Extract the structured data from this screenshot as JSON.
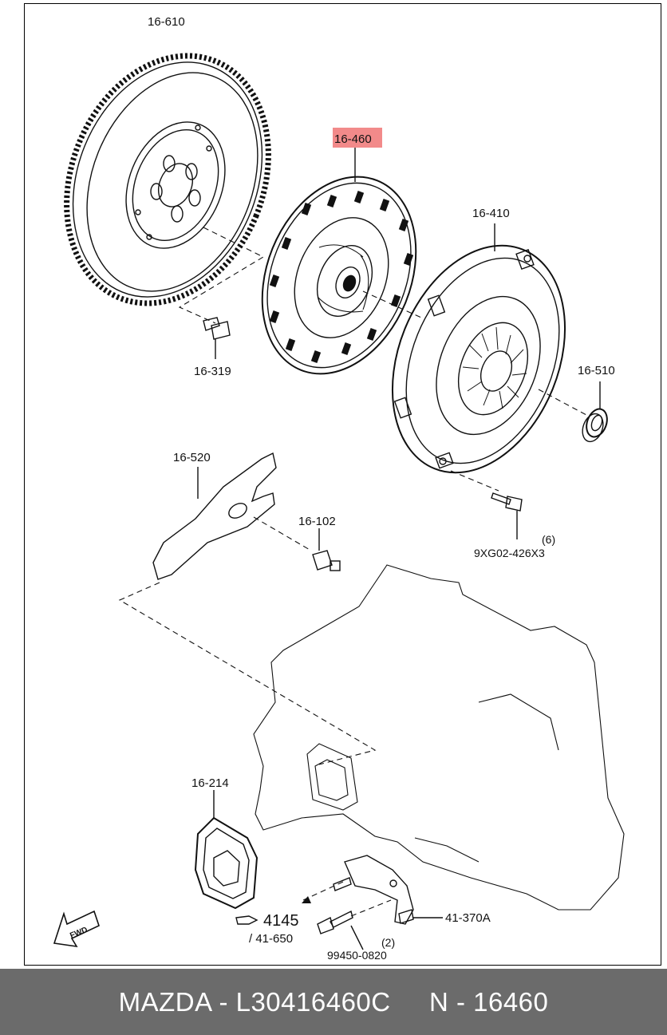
{
  "labels": {
    "flywheel": "16-610",
    "clutch_disc": "16-460",
    "pressure_plate": "16-410",
    "flywheel_bolt": "16-319",
    "release_bearing": "16-510",
    "release_fork": "16-520",
    "pivot": "16-102",
    "boot": "16-214",
    "bolt_set": "9XG02-426X3",
    "bolt_set_qty": "(6)",
    "ref_main": "4145",
    "ref_sub": "/ 41-650",
    "bracket": "41-370A",
    "bracket_bolt": "99450-0820",
    "bracket_bolt_qty": "(2)",
    "fwd_arrow": "FWD"
  },
  "highlight_color": "#f28a8a",
  "footer": {
    "brand": "MAZDA - L30416460C",
    "number": "N - 16460"
  }
}
